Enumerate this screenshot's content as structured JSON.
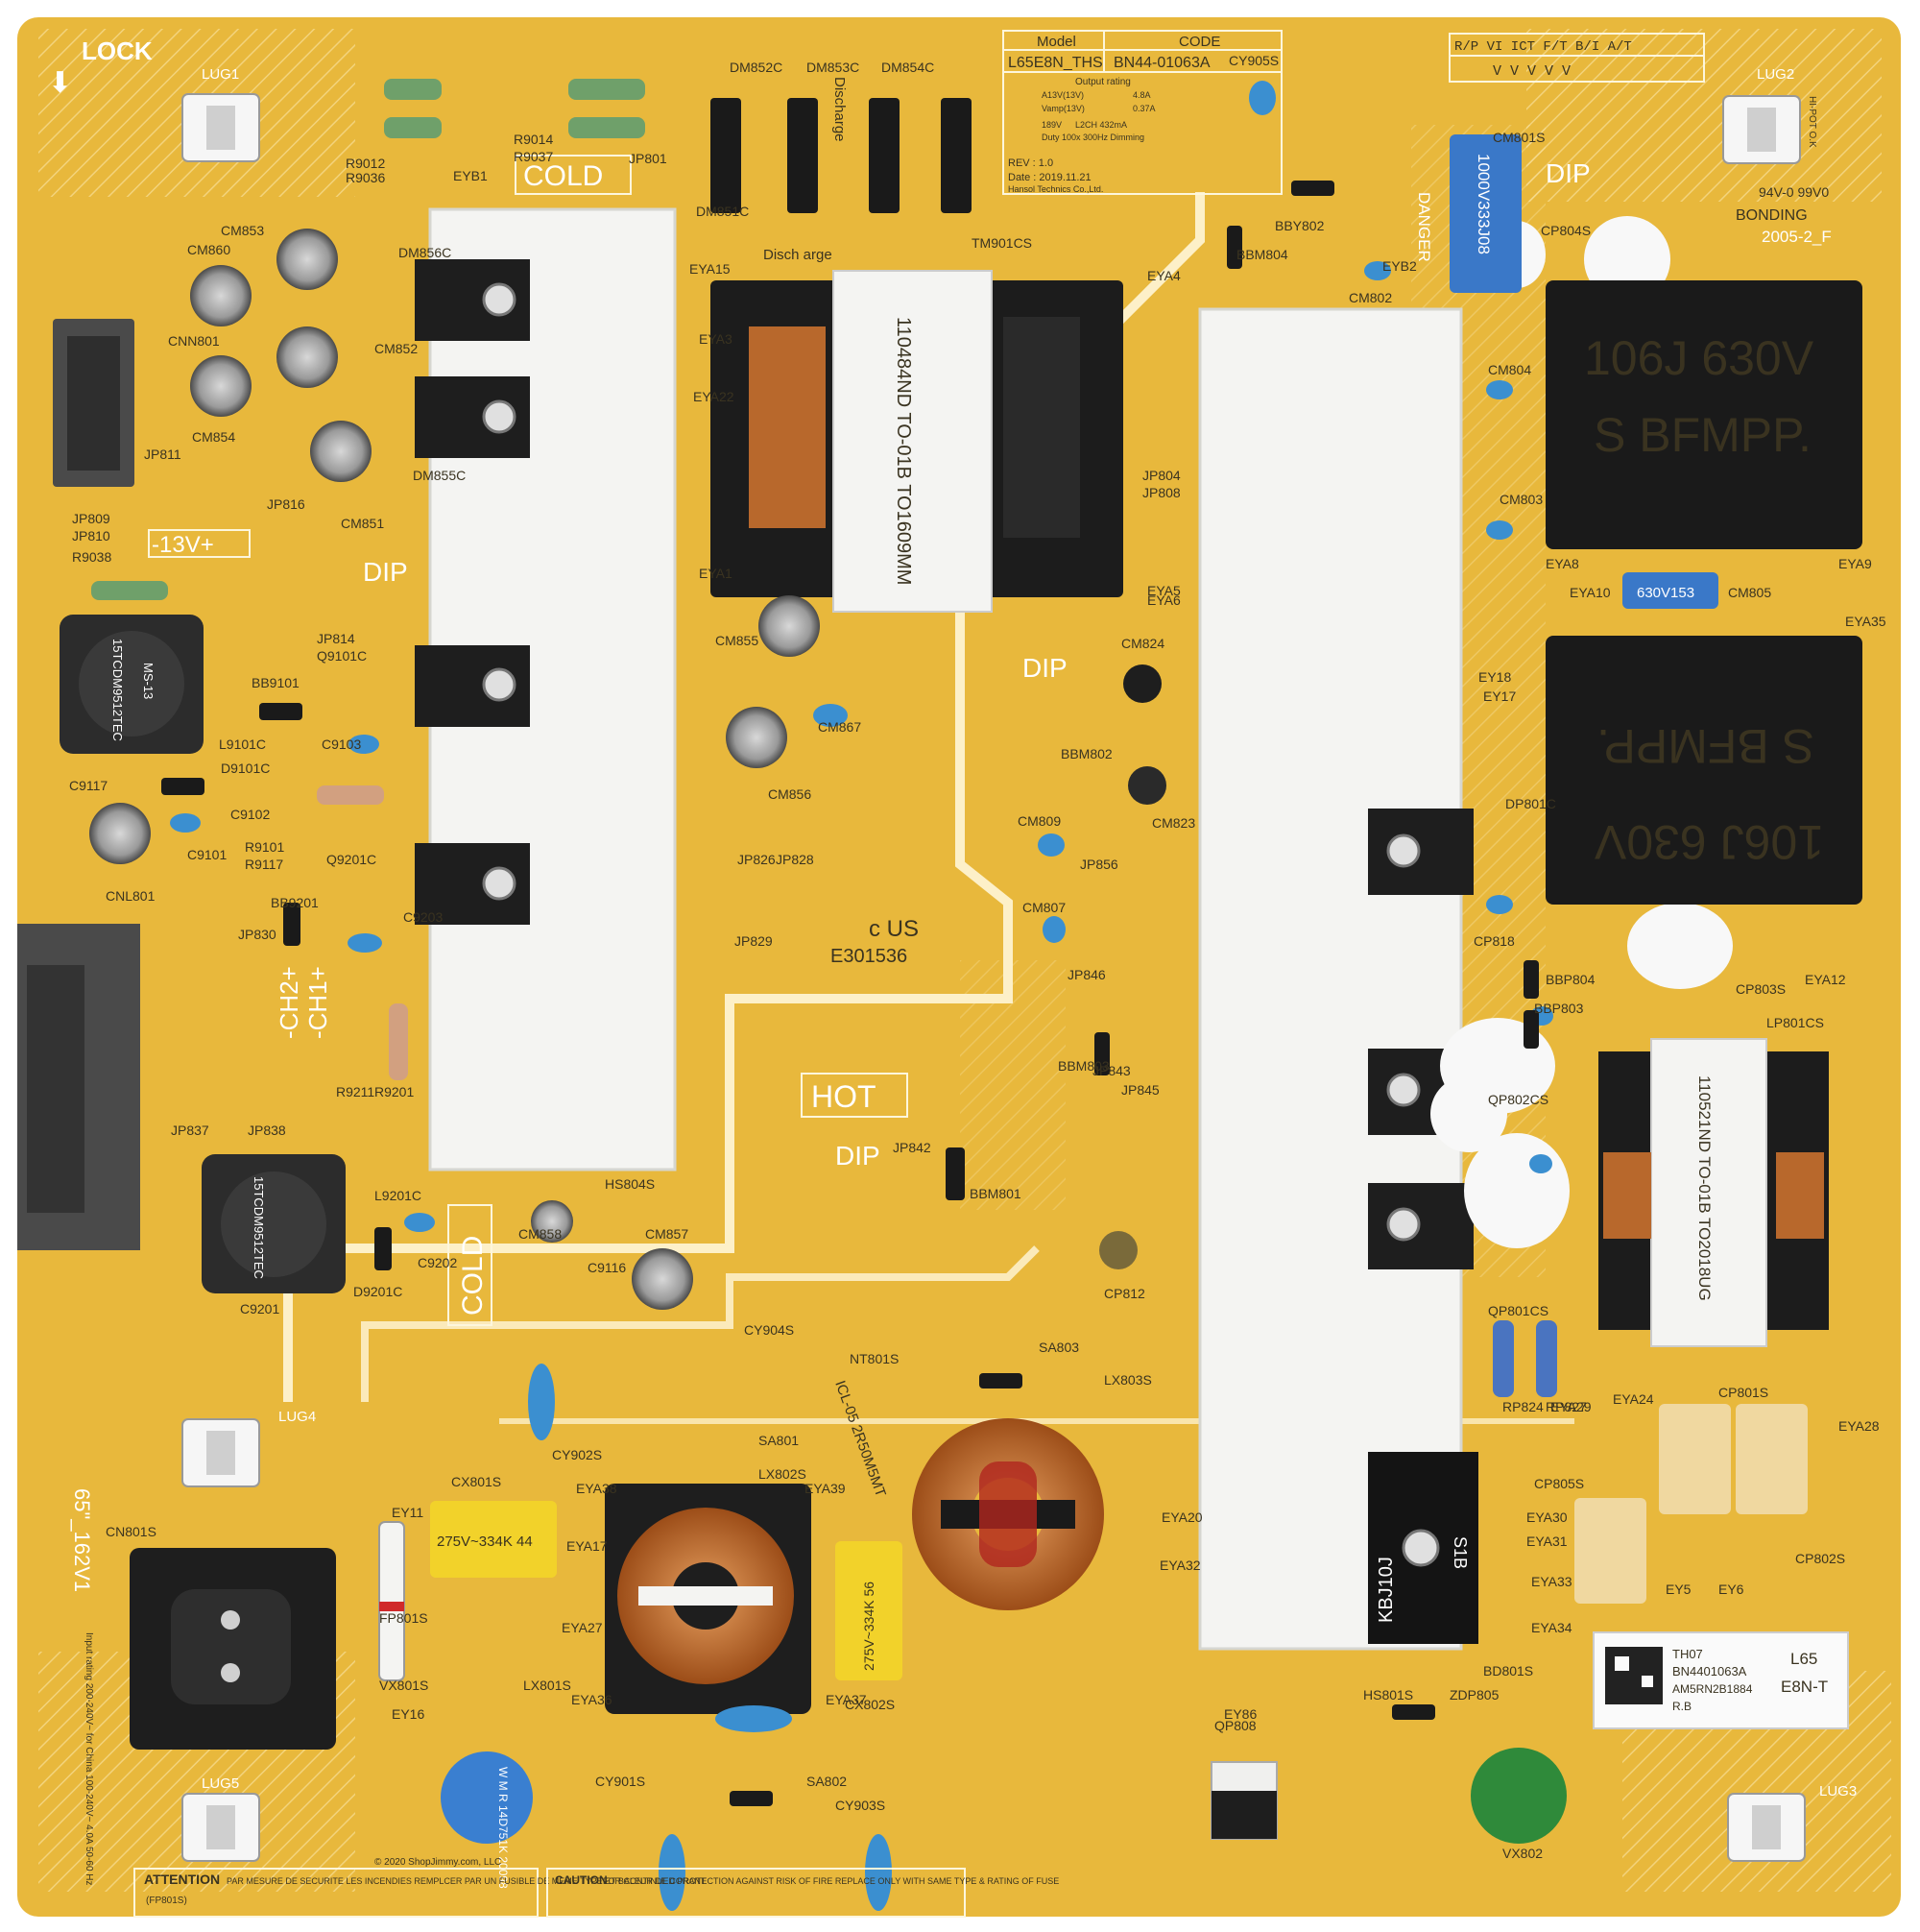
{
  "labels": {
    "lock": "LOCK",
    "model_header": "Model",
    "model_value": "L65E8N_THS",
    "code_header": "CODE",
    "code_value": "BN44-01063A",
    "output_rating": "Output rating",
    "rating_line1": "A13V(13V)",
    "rating_line1_value": "4.8A",
    "rating_line2": "Vamp(13V)",
    "rating_line2_value": "0.37A",
    "rating_line3": "189V",
    "rating_line3_value": "L2CH 432mA",
    "rating_line4": "Duty 100x 300Hz Dimming",
    "rev": "REV : 1.0",
    "date": "Date : 2019.11.21",
    "maker": "Hansol Technics Co.,Ltd.",
    "cold": "COLD",
    "hot": "HOT",
    "dip": "DIP",
    "danger": "DANGER",
    "bonding": "BONDING",
    "discharge": "Discharge",
    "disch": "Disch arge",
    "cap_marking": "106J 630V",
    "cap_marking2": "S BFMPP.",
    "ul": "c US",
    "e_number": "E301536",
    "minus13v": "-13V+",
    "ch2": "-CH2+",
    "ch1": "-CH1+",
    "size_label": "65\"_162V1",
    "hi_pot": "HI-POT O.K",
    "attention": "ATTENTION",
    "fp801s": "(FP801S)",
    "attention_fr": "PAR MESURE DE SECURITE LES INCENDIES REMPLCER PAR UN FUSIBLE DE MEME  TYPE ET BALEUR DE CORANT",
    "caution": "CAUTION",
    "caution_text": "FOR CONTINUED PROTECTION AGAINST RISK OF FIRE REPLACE ONLY WITH SAME TYPE & RATING OF FUSE",
    "copyright": "© 2020 ShopJimmy.com, LLC",
    "xcap1": "275V~334K 44",
    "xcap2": "275V~334K 56",
    "blue_cap": "1000V333J08",
    "blue_cap2": "630V153",
    "choke1": "15TCDM9512TEC",
    "choke1b": "MS-13",
    "transformer1": "110484ND TO-01B TO1609MM",
    "transformer2": "110521ND TO-01B TO2018UG",
    "sticker_th": "TH07",
    "sticker_code": "BN4401063A",
    "sticker_serial": "AM5RN2B1884",
    "sticker_rb": "R.B",
    "sticker_l65": "L65",
    "sticker_e8n": "E8N-T",
    "icl": "ICL-05 2R50M5MT",
    "kbj": "KBJ10J",
    "s1b": "S1B",
    "tuv_marking": "94V-0 99V0",
    "tuv_year": "2005-2_F",
    "input_rating": "Input rating 200-240V~ for China 100-240V~ 4.0A 50-60 Hz",
    "vx801s_marking": "W M R 14D751K 20098"
  },
  "refdes": [
    "LUG1",
    "LUG2",
    "LUG3",
    "LUG4",
    "LUG5",
    "R9012",
    "R9036",
    "R9014",
    "R9037",
    "JP801",
    "DM852C",
    "DM853C",
    "DM854C",
    "DM855C",
    "DM851C",
    "DM856C",
    "CM853",
    "CM860",
    "CM852",
    "CM854",
    "CM851",
    "CNN801",
    "JP811",
    "JP809",
    "JP810",
    "R9038",
    "JP816",
    "JP814",
    "Q9101C",
    "BB9101",
    "L9101C",
    "C9103",
    "C9117",
    "D9101C",
    "C9102",
    "R9101",
    "R9117",
    "Q9201C",
    "C9101",
    "BB9201",
    "JP830",
    "C9203",
    "CNL801",
    "JP837",
    "JP838",
    "R9211",
    "R9201",
    "L9201C",
    "D9201C",
    "C9202",
    "C9201",
    "TM901CS",
    "CM855",
    "CM867",
    "CM856",
    "JP826",
    "JP828",
    "JP829",
    "EYB1",
    "EYA15",
    "EYA3",
    "EYA22",
    "EYA1",
    "EYA4",
    "EYA5",
    "EYA6",
    "JP804",
    "JP808",
    "CM824",
    "BBM802",
    "CM823",
    "CM809",
    "CM807",
    "JP856",
    "JP846",
    "JP843",
    "JP845",
    "BBM803",
    "JP842",
    "BBM801",
    "HS804S",
    "C9116",
    "CM857",
    "CM858",
    "CY904S",
    "CP812",
    "CY905S",
    "CM801S",
    "CP804S",
    "BBY802",
    "BBM804",
    "CM802",
    "EYB2",
    "CM804",
    "CM803",
    "EYA8",
    "EYA9",
    "EYA10",
    "CM805",
    "EYA35",
    "EY18",
    "EY17",
    "DP801C",
    "CP818",
    "BBP804",
    "BBP803",
    "CP803S",
    "LP801CS",
    "QP802CS",
    "QP801CS",
    "RP824",
    "RP827",
    "CP801S",
    "CP802S",
    "EYA12",
    "EYA24",
    "EYA29",
    "EYA28",
    "EYA30",
    "EYA31",
    "EYA33",
    "EYA34",
    "CP805S",
    "BD801S",
    "HS801S",
    "ZDP805",
    "QP808",
    "VX802",
    "NT801S",
    "SA803",
    "LX803S",
    "SA801",
    "LX802S",
    "CY902S",
    "CX801S",
    "CX802S",
    "EY11",
    "EY16",
    "EYA17",
    "EYA27",
    "EYA36",
    "EYA37",
    "EYA38",
    "EYA39",
    "EYA20",
    "EYA32",
    "FP801S",
    "LX801S",
    "VX801S",
    "CY901S",
    "SA802",
    "CY903S",
    "CN801S",
    "EY5",
    "EY6",
    "EY86"
  ],
  "colors": {
    "pcb": "#e8b83c",
    "pcb_light": "#f0c85a",
    "silkscreen": "#fdf6dc",
    "heatsink": "#f4f4f2",
    "transformer_black": "#1c1c1c",
    "y_cap_blue": "#3b8fd0",
    "x_cap_yellow": "#f2d22a",
    "film_cap_cream": "#f0d8a0",
    "copper": "#c26b2a",
    "connector_gray": "#4a4a4a",
    "varistor_blue": "#3a7fd0",
    "thermistor_green": "#2f8a3a"
  }
}
